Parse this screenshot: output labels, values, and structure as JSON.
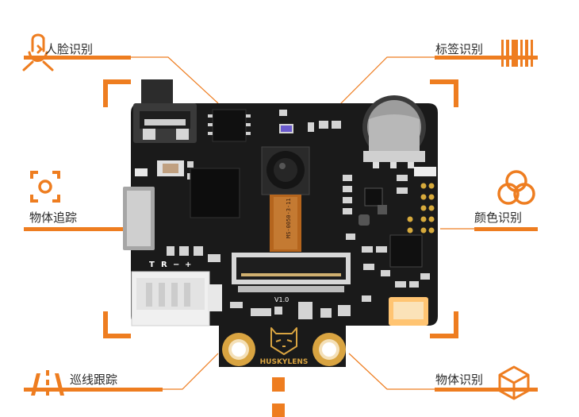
{
  "features": {
    "face_recognition": "人脸识别",
    "tag_recognition": "标签识别",
    "object_tracking": "物体追踪",
    "color_recognition": "颜色识别",
    "line_tracking": "巡线跟踪",
    "object_recognition": "物体识别"
  },
  "board": {
    "brand": "HUSKYLENS",
    "version": "V1.0",
    "flex_cable_text": "MS-0050-3-11",
    "pin_t": "T",
    "pin_r": "R",
    "pin_minus": "−",
    "pin_plus": "+"
  },
  "colors": {
    "accent": "#ee7d20",
    "board": "#1a1a1a",
    "text": "#2b2b2b"
  },
  "icons": [
    "face-icon",
    "barcode-icon",
    "focus-target-icon",
    "color-circles-icon",
    "road-lines-icon",
    "cube-icon"
  ]
}
